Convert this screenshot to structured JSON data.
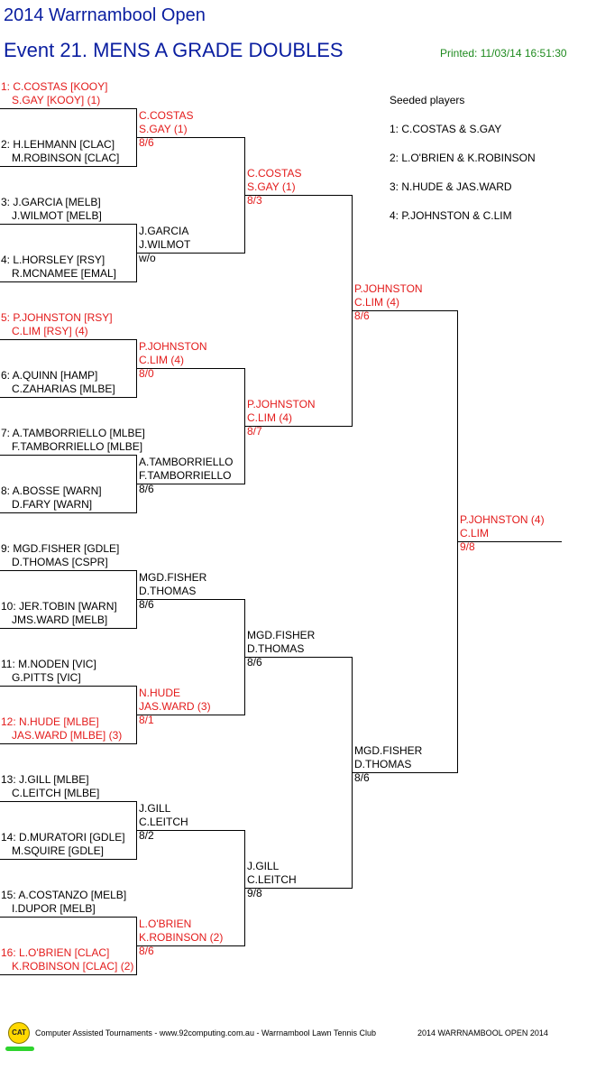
{
  "header": {
    "title": "2014 Warrnambool Open",
    "event": "Event 21. MENS A GRADE DOUBLES",
    "printed": "Printed: 11/03/14 16:51:30"
  },
  "seeds": {
    "title": "Seeded players",
    "list": [
      "1: C.COSTAS & S.GAY",
      "2: L.O'BRIEN & K.ROBINSON",
      "3: N.HUDE & JAS.WARD",
      "4: P.JOHNSTON & C.LIM"
    ]
  },
  "entries": [
    {
      "l1": "1: C.COSTAS [KOOY]",
      "l2": "S.GAY [KOOY] (1)",
      "seeded": true
    },
    {
      "l1": "2: H.LEHMANN [CLAC]",
      "l2": "M.ROBINSON [CLAC]",
      "seeded": false
    },
    {
      "l1": "3: J.GARCIA [MELB]",
      "l2": "J.WILMOT [MELB]",
      "seeded": false
    },
    {
      "l1": "4: L.HORSLEY [RSY]",
      "l2": "R.MCNAMEE [EMAL]",
      "seeded": false
    },
    {
      "l1": "5: P.JOHNSTON [RSY]",
      "l2": "C.LIM [RSY] (4)",
      "seeded": true
    },
    {
      "l1": "6: A.QUINN [HAMP]",
      "l2": "C.ZAHARIAS [MLBE]",
      "seeded": false
    },
    {
      "l1": "7: A.TAMBORRIELLO [MLBE]",
      "l2": "F.TAMBORRIELLO [MLBE]",
      "seeded": false
    },
    {
      "l1": "8: A.BOSSE [WARN]",
      "l2": "D.FARY [WARN]",
      "seeded": false
    },
    {
      "l1": "9: MGD.FISHER [GDLE]",
      "l2": "D.THOMAS [CSPR]",
      "seeded": false
    },
    {
      "l1": "10: JER.TOBIN [WARN]",
      "l2": "JMS.WARD [MELB]",
      "seeded": false
    },
    {
      "l1": "11: M.NODEN [VIC]",
      "l2": "G.PITTS [VIC]",
      "seeded": false
    },
    {
      "l1": "12: N.HUDE [MLBE]",
      "l2": "JAS.WARD [MLBE] (3)",
      "seeded": true
    },
    {
      "l1": "13: J.GILL [MLBE]",
      "l2": "C.LEITCH [MLBE]",
      "seeded": false
    },
    {
      "l1": "14: D.MURATORI [GDLE]",
      "l2": "M.SQUIRE [GDLE]",
      "seeded": false
    },
    {
      "l1": "15: A.COSTANZO [MELB]",
      "l2": "I.DUPOR [MELB]",
      "seeded": false
    },
    {
      "l1": "16: L.O'BRIEN [CLAC]",
      "l2": "K.ROBINSON [CLAC] (2)",
      "seeded": true
    }
  ],
  "round2": [
    {
      "l1": "C.COSTAS",
      "l2": "S.GAY (1)",
      "score": "8/6",
      "seeded": true
    },
    {
      "l1": "J.GARCIA",
      "l2": "J.WILMOT",
      "score": "w/o",
      "seeded": false
    },
    {
      "l1": "P.JOHNSTON",
      "l2": "C.LIM (4)",
      "score": "8/0",
      "seeded": true
    },
    {
      "l1": "A.TAMBORRIELLO",
      "l2": "F.TAMBORRIELLO",
      "score": "8/6",
      "seeded": false
    },
    {
      "l1": "MGD.FISHER",
      "l2": "D.THOMAS",
      "score": "8/6",
      "seeded": false
    },
    {
      "l1": "N.HUDE",
      "l2": "JAS.WARD (3)",
      "score": "8/1",
      "seeded": true
    },
    {
      "l1": "J.GILL",
      "l2": "C.LEITCH",
      "score": "8/2",
      "seeded": false
    },
    {
      "l1": "L.O'BRIEN",
      "l2": "K.ROBINSON (2)",
      "score": "8/6",
      "seeded": true
    }
  ],
  "round3": [
    {
      "l1": "C.COSTAS",
      "l2": "S.GAY (1)",
      "score": "8/3",
      "seeded": true
    },
    {
      "l1": "P.JOHNSTON",
      "l2": "C.LIM (4)",
      "score": "8/7",
      "seeded": true
    },
    {
      "l1": "MGD.FISHER",
      "l2": "D.THOMAS",
      "score": "8/6",
      "seeded": false
    },
    {
      "l1": "J.GILL",
      "l2": "C.LEITCH",
      "score": "9/8",
      "seeded": false
    }
  ],
  "round4": [
    {
      "l1": "P.JOHNSTON",
      "l2": "C.LIM (4)",
      "score": "8/6",
      "seeded": true
    },
    {
      "l1": "MGD.FISHER",
      "l2": "D.THOMAS",
      "score": "8/6",
      "seeded": false
    }
  ],
  "champion": {
    "l1": "P.JOHNSTON (4)",
    "l2": "C.LIM",
    "score": "9/8",
    "seeded": true
  },
  "footer": {
    "logo": "CAT",
    "credit": "Computer Assisted Tournaments - www.92computing.com.au -  Warrnambool Lawn Tennis Club",
    "event": "2014 WARRNAMBOOL OPEN 2014"
  }
}
